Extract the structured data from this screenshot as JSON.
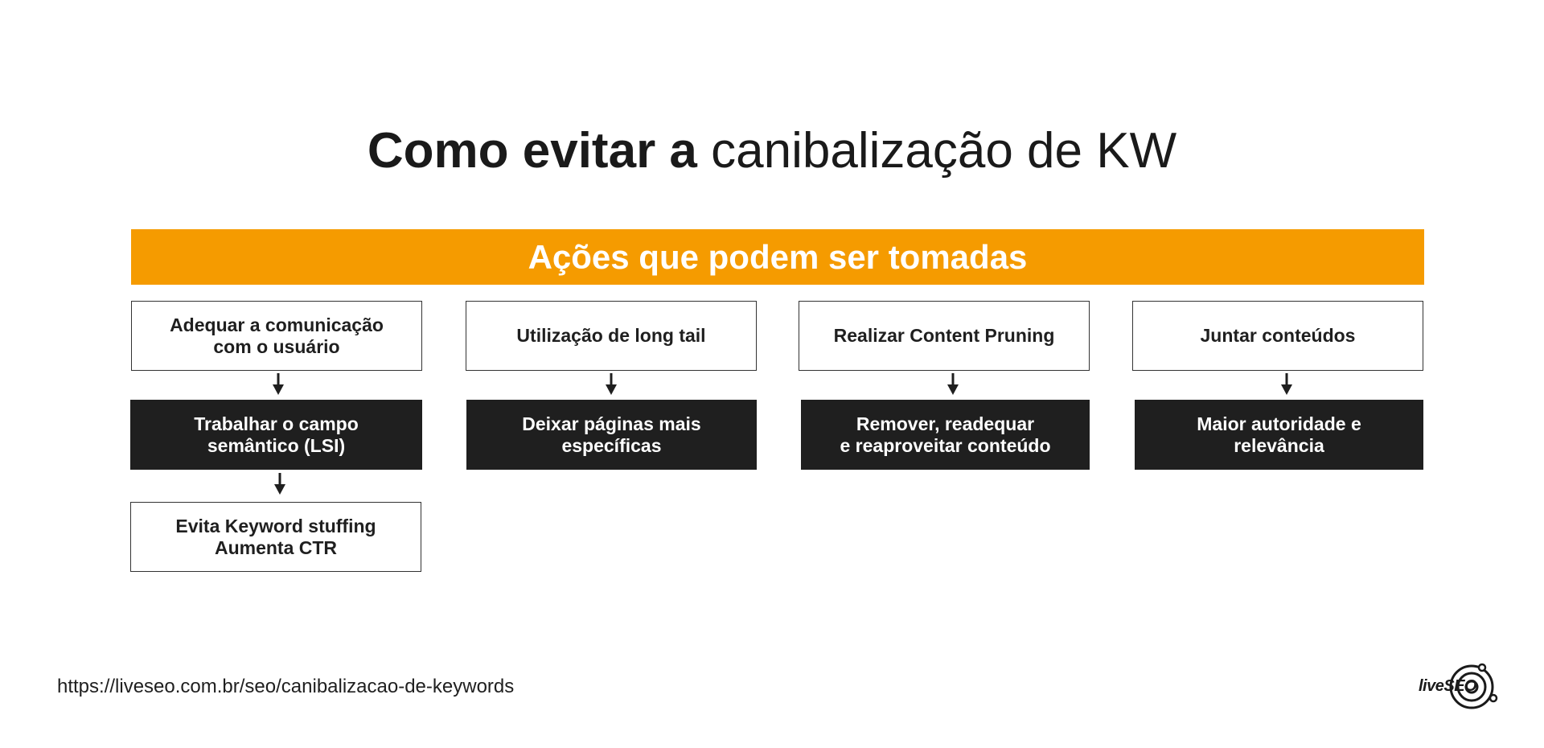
{
  "title": {
    "bold": "Como evitar a",
    "light": " canibalização de KW"
  },
  "banner": {
    "text": "Ações que podem ser tomadas",
    "color": "#f59b00"
  },
  "columns": [
    {
      "top": "Adequar a comunicação\ncom o usuário",
      "middle": "Trabalhar o campo\nsemântico (LSI)",
      "bottom": "Evita Keyword stuffing\nAumenta CTR"
    },
    {
      "top": "Utilização de long tail",
      "middle": "Deixar páginas mais\nespecíficas"
    },
    {
      "top": "Realizar Content Pruning",
      "middle": "Remover, readequar\ne reaproveitar conteúdo"
    },
    {
      "top": "Juntar conteúdos",
      "middle": "Maior autoridade e\nrelevância"
    }
  ],
  "footer": {
    "url": "https://liveseo.com.br/seo/canibalizacao-de-keywords"
  },
  "logo": {
    "text": "liveSEO"
  },
  "colors": {
    "dark": "#1f1f1f",
    "accent": "#f59b00"
  }
}
